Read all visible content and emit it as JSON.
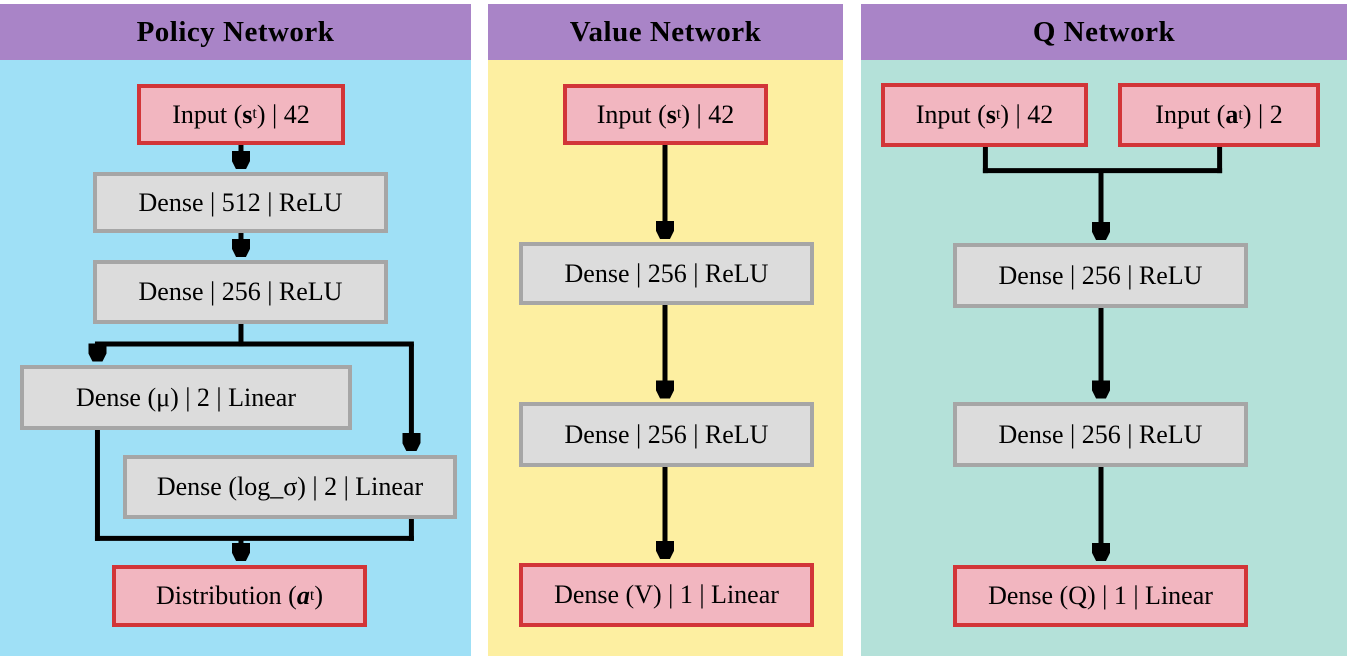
{
  "figure": {
    "panels": [
      {
        "id": "policy",
        "title": "Policy Network",
        "nodes": {
          "input": {
            "kind": "input",
            "label": [
              {
                "t": "Input ("
              },
              {
                "t": "s",
                "b": true
              },
              {
                "t": "t",
                "sub": true
              },
              {
                "t": ") | 42"
              }
            ]
          },
          "dense1": {
            "kind": "dense",
            "label": [
              {
                "t": "Dense | 512 | ReLU"
              }
            ]
          },
          "dense2": {
            "kind": "dense",
            "label": [
              {
                "t": "Dense | 256 | ReLU"
              }
            ]
          },
          "dense_mu": {
            "kind": "dense",
            "label": [
              {
                "t": "Dense (μ) | 2 | Linear"
              }
            ]
          },
          "dense_log_sigma": {
            "kind": "dense",
            "label": [
              {
                "t": "Dense (log_σ) | 2 | Linear"
              }
            ]
          },
          "output": {
            "kind": "output",
            "label": [
              {
                "t": "Distribution ("
              },
              {
                "t": "a",
                "b": true,
                "i": true
              },
              {
                "t": "t",
                "sub": true
              },
              {
                "t": ")"
              }
            ]
          }
        }
      },
      {
        "id": "value",
        "title": "Value Network",
        "nodes": {
          "input": {
            "kind": "input",
            "label": [
              {
                "t": "Input ("
              },
              {
                "t": "s",
                "b": true
              },
              {
                "t": "t",
                "sub": true
              },
              {
                "t": ") | 42"
              }
            ]
          },
          "dense1": {
            "kind": "dense",
            "label": [
              {
                "t": "Dense | 256 | ReLU"
              }
            ]
          },
          "dense2": {
            "kind": "dense",
            "label": [
              {
                "t": "Dense | 256 | ReLU"
              }
            ]
          },
          "output": {
            "kind": "output",
            "label": [
              {
                "t": "Dense (V) | 1 | Linear"
              }
            ]
          }
        }
      },
      {
        "id": "q",
        "title": "Q Network",
        "nodes": {
          "input_state": {
            "kind": "input",
            "label": [
              {
                "t": "Input ("
              },
              {
                "t": "s",
                "b": true
              },
              {
                "t": "t",
                "sub": true
              },
              {
                "t": ") | 42"
              }
            ]
          },
          "input_action": {
            "kind": "input",
            "label": [
              {
                "t": "Input ("
              },
              {
                "t": "a",
                "b": true
              },
              {
                "t": "t",
                "sub": true
              },
              {
                "t": ") | 2"
              }
            ]
          },
          "dense1": {
            "kind": "dense",
            "label": [
              {
                "t": "Dense | 256 | ReLU"
              }
            ]
          },
          "dense2": {
            "kind": "dense",
            "label": [
              {
                "t": "Dense | 256 | ReLU"
              }
            ]
          },
          "output": {
            "kind": "output",
            "label": [
              {
                "t": "Dense (Q) | 1 | Linear"
              }
            ]
          }
        }
      }
    ]
  },
  "colors": {
    "header_bg": "#a984c7",
    "policy_bg": "#9fe0f6",
    "value_bg": "#fdefa1",
    "q_bg": "#b4e1d9",
    "io_fill": "#f2b6c0",
    "io_border": "#d23538",
    "hidden_fill": "#dcdcdc",
    "hidden_border": "#a6a6a6",
    "edge": "#000000",
    "title_text": "#000000"
  }
}
